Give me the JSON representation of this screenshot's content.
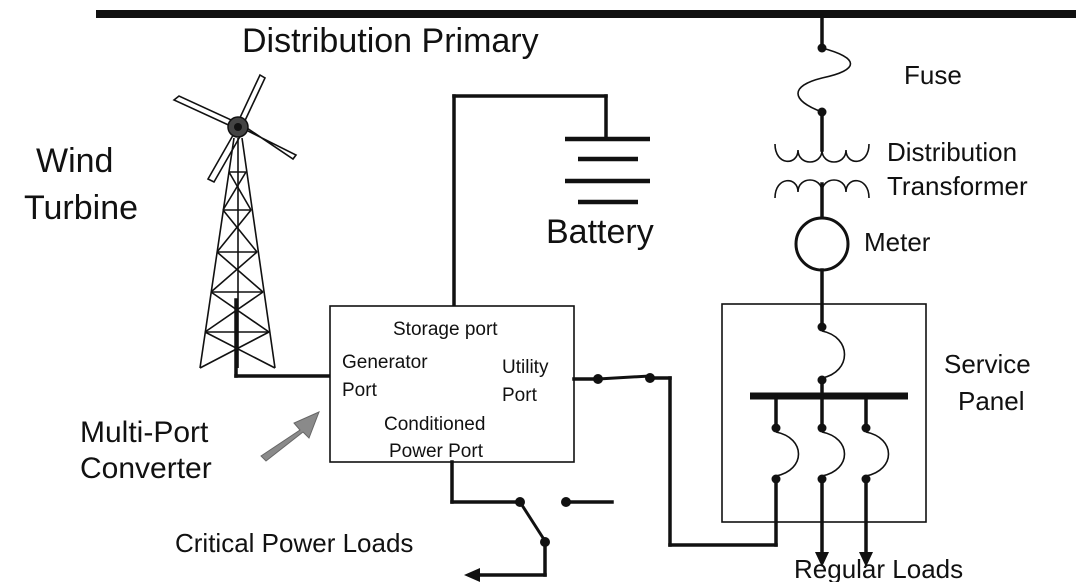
{
  "labels": {
    "distribution_primary": "Distribution Primary",
    "fuse": "Fuse",
    "distribution_transformer_line1": "Distribution",
    "distribution_transformer_line2": "Transformer",
    "meter": "Meter",
    "service_panel_line1": "Service",
    "service_panel_line2": "Panel",
    "battery": "Battery",
    "wind_turbine_line1": "Wind",
    "wind_turbine_line2": "Turbine",
    "multi_port_converter_line1": "Multi-Port",
    "multi_port_converter_line2": "Converter",
    "storage_port": "Storage port",
    "generator_port_line1": "Generator",
    "generator_port_line2": "Port",
    "utility_port_line1": "Utility",
    "utility_port_line2": "Port",
    "conditioned_power_port_line1": "Conditioned",
    "conditioned_power_port_line2": "Power Port",
    "critical_power_loads": "Critical Power Loads",
    "regular_loads": "Regular Loads"
  },
  "colors": {
    "ink": "#111111",
    "pointer_arrow": "#8a8a8a",
    "background": "#ffffff"
  }
}
